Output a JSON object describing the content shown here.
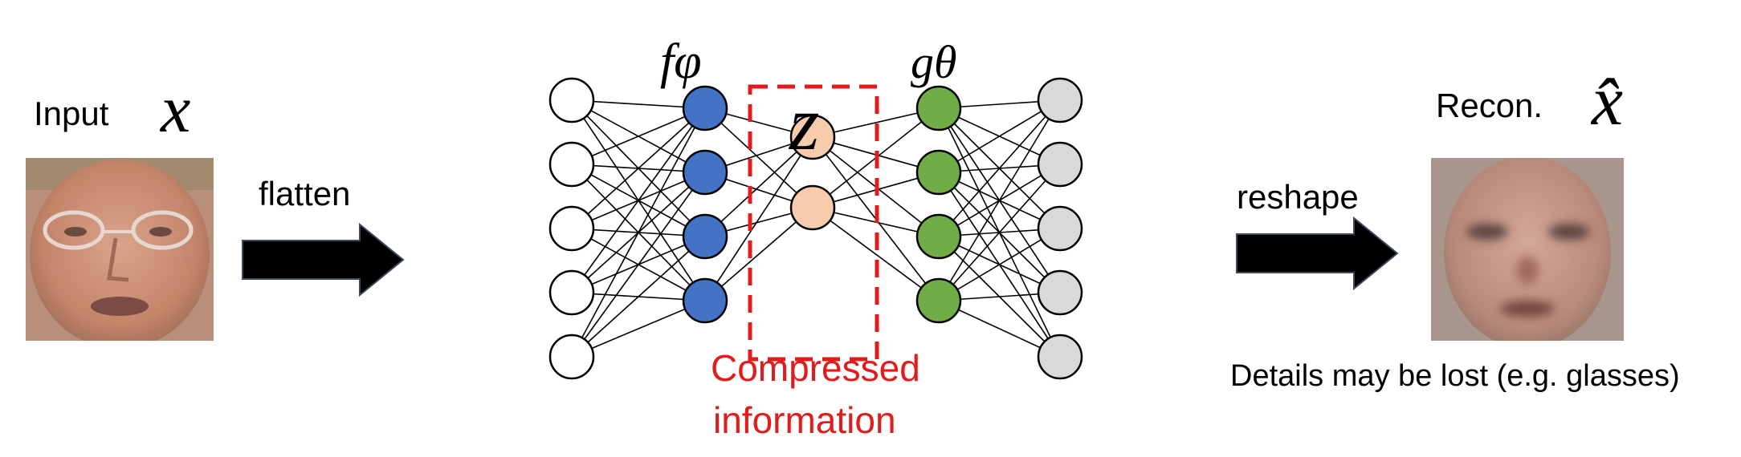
{
  "input": {
    "label": "Input",
    "symbol": "x"
  },
  "flatten_label": "flatten",
  "encoder_symbol": "fφ",
  "decoder_symbol": "gθ",
  "latent_symbol": "z",
  "latent_caption": [
    "Compressed",
    "information"
  ],
  "reshape_label": "reshape",
  "output": {
    "label": "Recon.",
    "symbol": "x̂"
  },
  "output_note": "Details may be lost (e.g. glasses)",
  "network": {
    "layers": [
      {
        "name": "input-layer",
        "nodes": 5,
        "color": "#ffffff"
      },
      {
        "name": "encoder-layer",
        "nodes": 4,
        "color": "#4472c4"
      },
      {
        "name": "latent-layer",
        "nodes": 2,
        "color": "#f8cbad"
      },
      {
        "name": "decoder-layer",
        "nodes": 4,
        "color": "#70ad47"
      },
      {
        "name": "output-layer",
        "nodes": 5,
        "color": "#d9d9d9"
      }
    ]
  },
  "colors": {
    "latent_box": "#e31b1b",
    "arrow": "#000000"
  }
}
